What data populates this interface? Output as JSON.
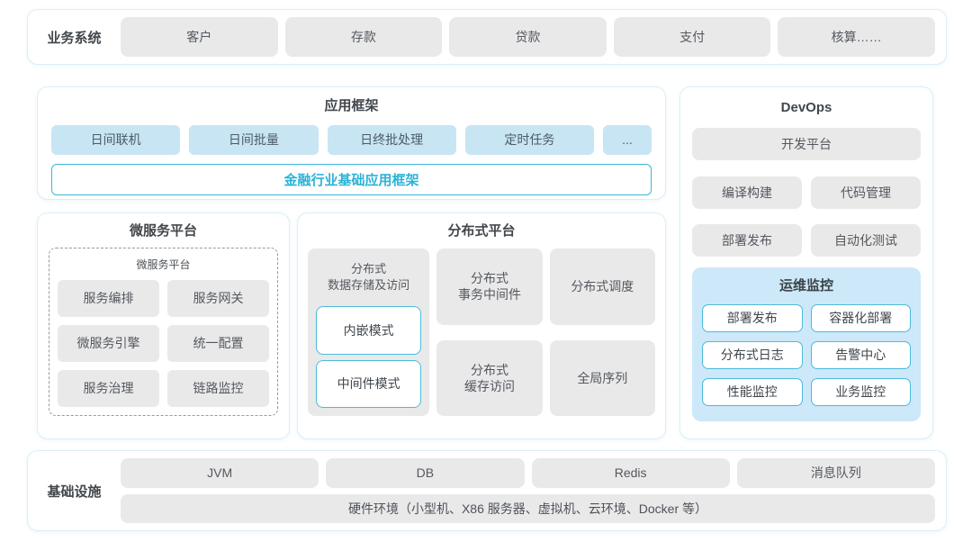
{
  "business": {
    "label": "业务系统",
    "items": [
      "客户",
      "存款",
      "贷款",
      "支付",
      "核算……"
    ]
  },
  "app_framework": {
    "title": "应用框架",
    "items": [
      "日间联机",
      "日间批量",
      "日终批处理",
      "定时任务",
      "..."
    ],
    "base": "金融行业基础应用框架"
  },
  "microservice": {
    "title": "微服务平台",
    "inner_title": "微服务平台",
    "items": [
      "服务编排",
      "服务网关",
      "微服务引擎",
      "统一配置",
      "服务治理",
      "链路监控"
    ]
  },
  "distributed": {
    "title": "分布式平台",
    "storage": {
      "label": "分布式\n数据存储及访问",
      "modes": [
        "内嵌模式",
        "中间件模式"
      ]
    },
    "cells": [
      "分布式\n事务中间件",
      "分布式\n缓存访问",
      "分布式调度",
      "全局序列"
    ]
  },
  "devops": {
    "title": "DevOps",
    "platform": "开发平台",
    "items": [
      "编译构建",
      "代码管理",
      "部署发布",
      "自动化测试"
    ],
    "ops": {
      "title": "运维监控",
      "items": [
        "部署发布",
        "容器化部署",
        "分布式日志",
        "告警中心",
        "性能监控",
        "业务监控"
      ]
    }
  },
  "infrastructure": {
    "label": "基础设施",
    "items": [
      "JVM",
      "DB",
      "Redis",
      "消息队列"
    ],
    "hardware": "硬件环境（小型机、X86 服务器、虚拟机、云环境、Docker 等）"
  },
  "colors": {
    "accent_cyan": "#2bb3d7",
    "accent_border": "#3eb6d8",
    "chip_gray": "#e9e9ea",
    "chip_blue": "#c8e5f4",
    "ops_background": "#cce8f9",
    "panel_border": "#d9eff6"
  }
}
